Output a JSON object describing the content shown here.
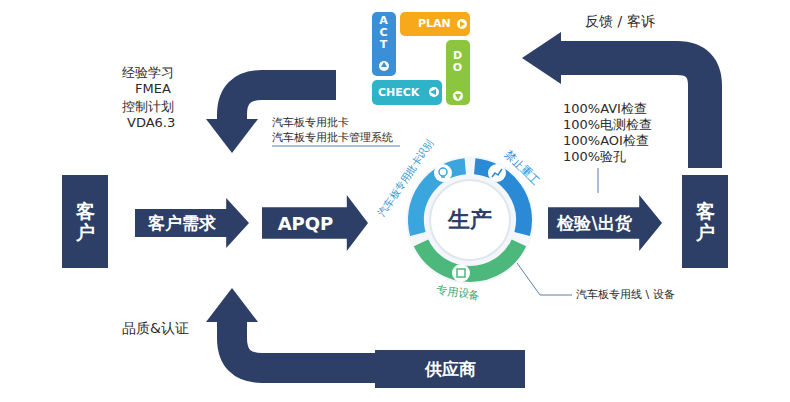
{
  "diagram": {
    "nodes": [
      {
        "text": [
          "客户"
        ]
      },
      {
        "text": [
          "客户需求"
        ]
      },
      {
        "text": [
          "APQP"
        ]
      },
      {
        "text": [
          "生产"
        ]
      },
      {
        "text": [
          "检验\\出货"
        ]
      },
      {
        "text": [
          "客户"
        ]
      },
      {
        "text": [
          "供应商"
        ]
      }
    ],
    "labels": [
      "ACT",
      "PLAN",
      "DO",
      "CHECK",
      "汽车板专用批卡",
      "汽车板专用批卡管理系统",
      "汽车板专用批卡识别",
      "禁止重工",
      "专用设备",
      "反馈 / 客诉",
      "经验学习",
      "FMEA",
      "控制计划",
      "VDA6.3",
      "100%AVI检查",
      "100%电测检查",
      "100%AOI检查",
      "100%验孔",
      "汽车板专用线 \\ 设备",
      "品质&认证"
    ]
  }
}
